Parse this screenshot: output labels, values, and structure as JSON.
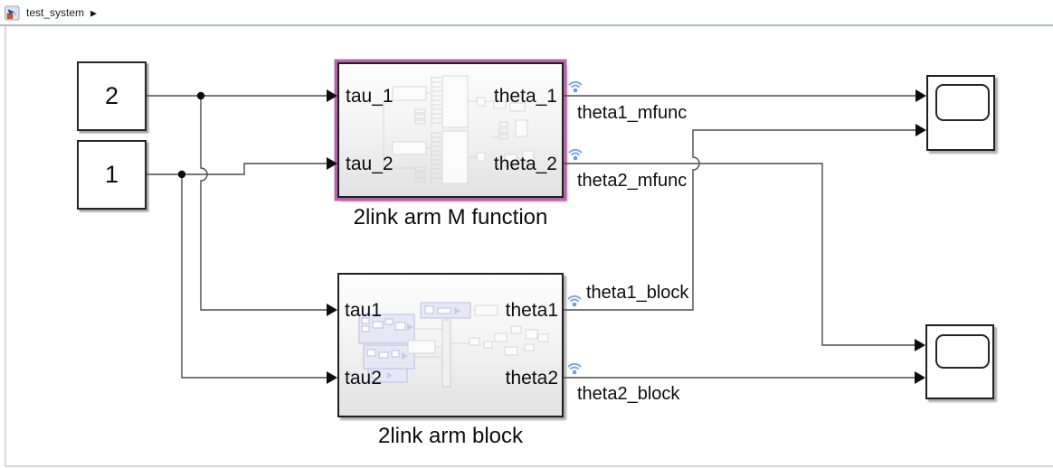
{
  "window": {
    "breadcrumb": {
      "model_name": "test_system",
      "separator_glyph": "▶",
      "model_icon": "simulink-model-icon"
    }
  },
  "diagram": {
    "constants": [
      {
        "id": "constant-upper",
        "value": "2"
      },
      {
        "id": "constant-lower",
        "value": "1"
      }
    ],
    "subsystems": [
      {
        "id": "mfunc",
        "name": "2link arm M function",
        "selected": true,
        "inputs": [
          "tau_1",
          "tau_2"
        ],
        "outputs": [
          "theta_1",
          "theta_2"
        ]
      },
      {
        "id": "armblock",
        "name": "2link arm block",
        "selected": false,
        "inputs": [
          "tau1",
          "tau2"
        ],
        "outputs": [
          "theta1",
          "theta2"
        ]
      }
    ],
    "scopes": [
      {
        "id": "scope-upper"
      },
      {
        "id": "scope-lower"
      }
    ],
    "signal_labels": [
      "theta1_mfunc",
      "theta2_mfunc",
      "theta1_block",
      "theta2_block"
    ],
    "logging_badge_icon": "wireless-signal-logging-icon",
    "colors": {
      "selection_highlight": "#b765ab",
      "wire": "#4b4b4b",
      "arrow_ink": "#0d0d0d",
      "logging_badge": "#7fa9dd",
      "logging_badge_dot": "#6d9bd6",
      "canvas": "#ffffff"
    }
  }
}
